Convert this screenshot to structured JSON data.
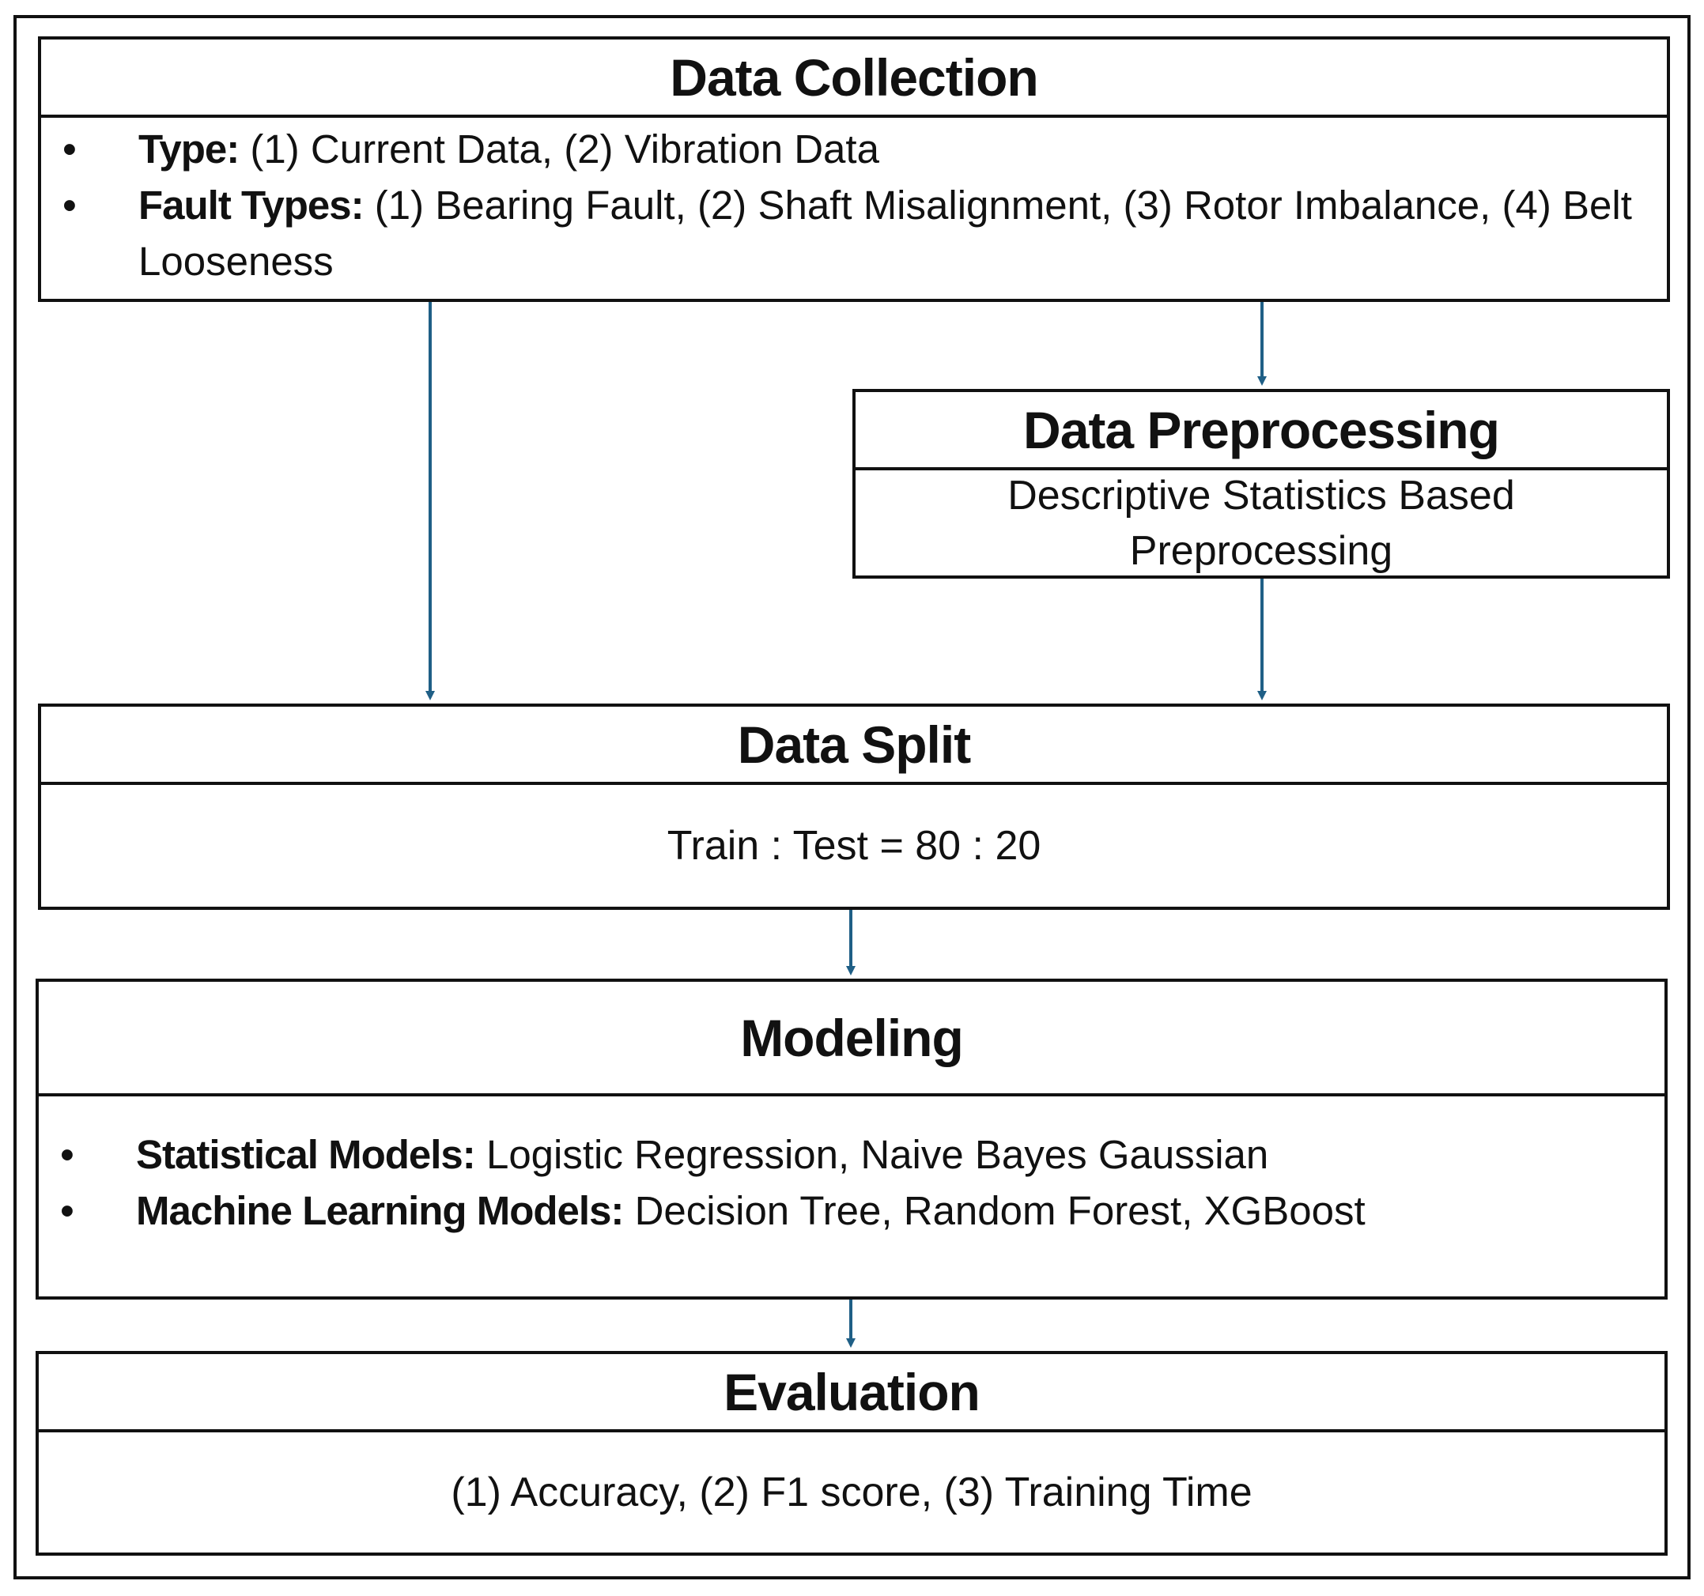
{
  "data_collection": {
    "title": "Data Collection",
    "bullets": [
      {
        "label": "Type:",
        "text": " (1) Current Data, (2) Vibration Data"
      },
      {
        "label": "Fault Types:",
        "text": " (1) Bearing Fault, (2) Shaft Misalignment, (3) Rotor Imbalance, (4) Belt Looseness"
      }
    ]
  },
  "data_preprocessing": {
    "title": "Data Preprocessing",
    "body_line1": "Descriptive Statistics Based",
    "body_line2": "Preprocessing"
  },
  "data_split": {
    "title": "Data Split",
    "body": "Train : Test = 80 : 20"
  },
  "modeling": {
    "title": "Modeling",
    "bullets": [
      {
        "label": "Statistical Models:",
        "text": " Logistic Regression, Naive Bayes Gaussian"
      },
      {
        "label": "Machine Learning Models:",
        "text": " Decision Tree, Random Forest, XGBoost"
      }
    ]
  },
  "evaluation": {
    "title": "Evaluation",
    "body": "(1) Accuracy, (2) F1 score, (3) Training Time"
  },
  "bullet_char": "•",
  "colors": {
    "arrow": "#1f5f86",
    "border": "#111111"
  }
}
